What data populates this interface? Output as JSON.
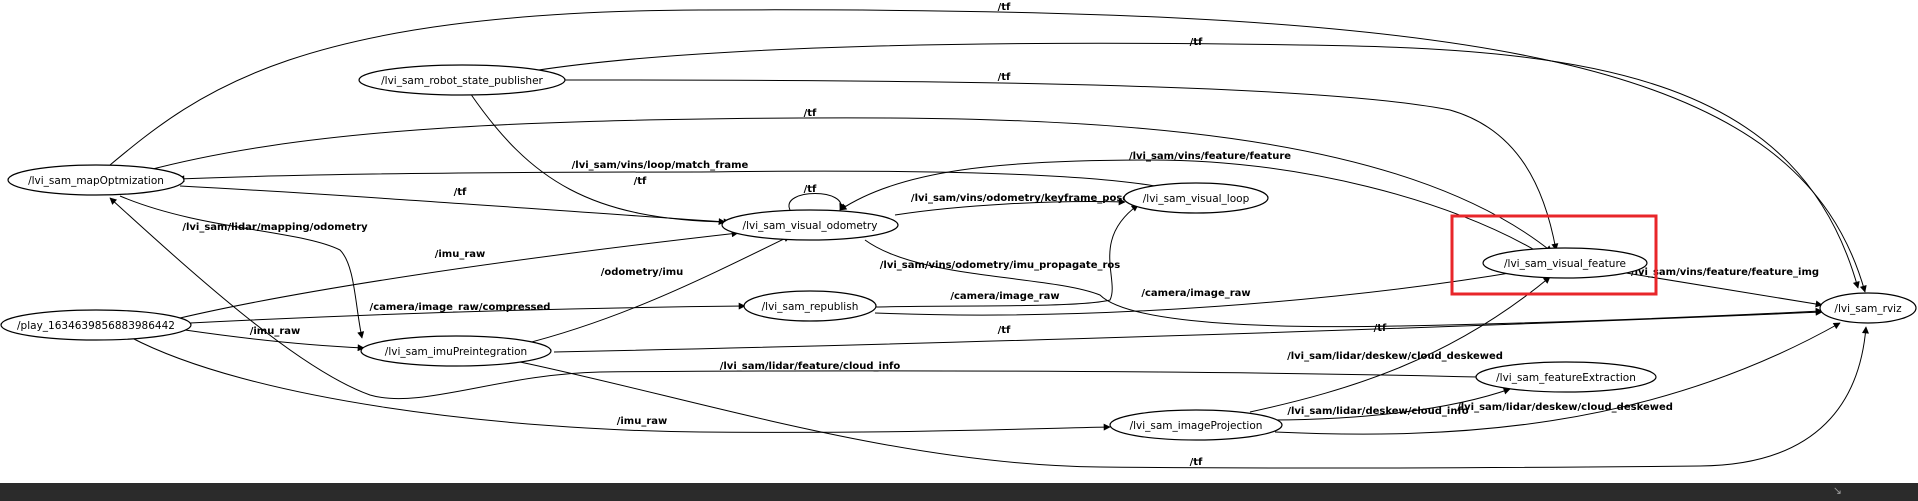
{
  "graph": {
    "nodes": [
      {
        "id": "mapOpt",
        "label": "/lvi_sam_mapOptmization"
      },
      {
        "id": "robotState",
        "label": "/lvi_sam_robot_state_publisher"
      },
      {
        "id": "visualOdom",
        "label": "/lvi_sam_visual_odometry"
      },
      {
        "id": "visualLoop",
        "label": "/lvi_sam_visual_loop"
      },
      {
        "id": "visualFeature",
        "label": "/lvi_sam_visual_feature"
      },
      {
        "id": "rviz",
        "label": "/lvi_sam_rviz"
      },
      {
        "id": "play",
        "label": "/play_1634639856883986442"
      },
      {
        "id": "republish",
        "label": "/lvi_sam_republish"
      },
      {
        "id": "imuPre",
        "label": "/lvi_sam_imuPreintegration"
      },
      {
        "id": "featExtract",
        "label": "/lvi_sam_featureExtraction"
      },
      {
        "id": "imageProj",
        "label": "/lvi_sam_imageProjection"
      }
    ],
    "edge_labels": [
      "/tf",
      "/tf",
      "/tf",
      "/tf",
      "/lvi_sam/vins/loop/match_frame",
      "/lvi_sam/vins/feature/feature",
      "/tf",
      "/tf",
      "/lvi_sam/vins/odometry/keyframe_pose",
      "/lvi_sam/lidar/mapping/odometry",
      "/tf",
      "/imu_raw",
      "/odometry/imu",
      "/lvi_sam/vins/odometry/imu_propagate_ros",
      "/lvi_sam/vins/feature/feature_img",
      "/camera/image_raw/compressed",
      "/camera/image_raw",
      "/camera/image_raw",
      "/imu_raw",
      "/tf",
      "/tf",
      "/lvi_sam/lidar/deskew/cloud_deskewed",
      "/lvi_sam/lidar/feature/cloud_info",
      "/imu_raw",
      "/lvi_sam/lidar/deskew/cloud_info",
      "/lvi_sam/lidar/deskew/cloud_deskewed",
      "/tf"
    ],
    "highlight_color": "#e8262a"
  },
  "status_bar": {
    "glyph": "↘"
  }
}
